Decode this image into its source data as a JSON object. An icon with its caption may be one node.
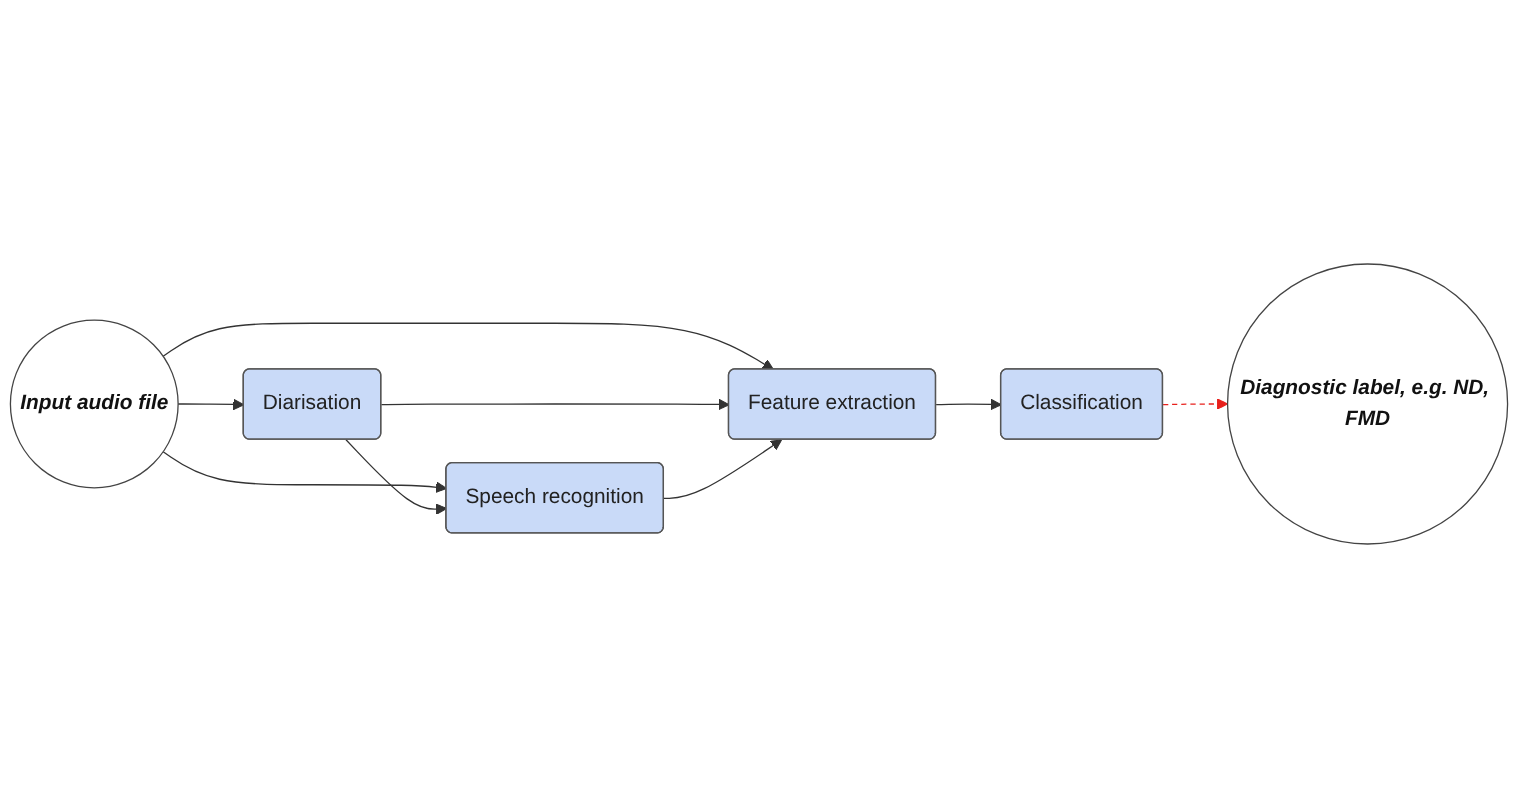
{
  "diagram": {
    "nodes": [
      {
        "text": [
          "Input audio file"
        ]
      },
      {
        "text": [
          "Diarisation"
        ]
      },
      {
        "text": [
          "Speech recognition"
        ]
      },
      {
        "text": [
          "Feature extraction"
        ]
      },
      {
        "text": [
          "Classification"
        ]
      },
      {
        "text": [
          "Diagnostic label, e.g. ND, FMD"
        ]
      }
    ],
    "edges": [
      {
        "from": 0,
        "to": 1,
        "arrow": "to"
      },
      {
        "from": 0,
        "to": 2,
        "arrow": "to"
      },
      {
        "from": 0,
        "to": 3,
        "arrow": "to"
      },
      {
        "from": 1,
        "to": 2,
        "arrow": "to"
      },
      {
        "from": 1,
        "to": 3,
        "arrow": "to"
      },
      {
        "from": 2,
        "to": 3,
        "arrow": "to"
      },
      {
        "from": 3,
        "to": 4,
        "arrow": "to"
      },
      {
        "from": 4,
        "to": 5,
        "arrow": "to",
        "style": "dashed",
        "color": "#e8201c"
      }
    ]
  }
}
